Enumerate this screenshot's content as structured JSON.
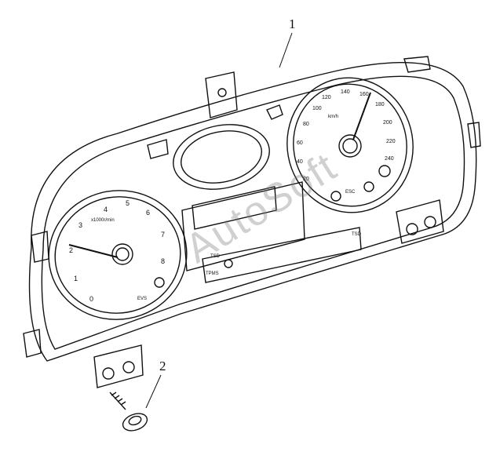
{
  "callouts": [
    {
      "id": "1",
      "label": "1"
    },
    {
      "id": "2",
      "label": "2"
    }
  ],
  "speedometer": {
    "unit": "km/h",
    "ticks": [
      "100",
      "120",
      "140",
      "160",
      "180",
      "200",
      "220",
      "240",
      "80",
      "60",
      "40",
      "20"
    ]
  },
  "tachometer": {
    "unit": "x1000r/min",
    "ticks": [
      "2",
      "3",
      "4",
      "5",
      "6",
      "7",
      "8",
      "1",
      "0"
    ]
  },
  "indicators": {
    "left": [
      "TPMS",
      "TSD"
    ],
    "right": [
      "TSD",
      "ESC"
    ],
    "extra": "EVS"
  },
  "watermark": "AutoSoft",
  "colors": {
    "line": "#111111",
    "background": "#ffffff"
  }
}
